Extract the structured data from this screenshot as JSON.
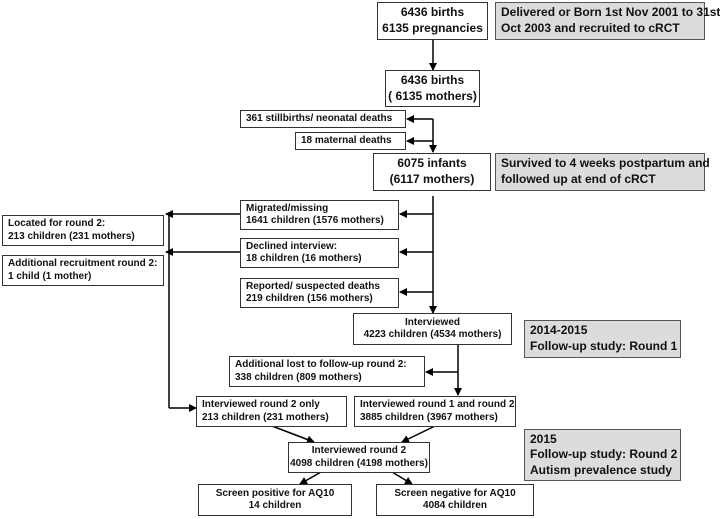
{
  "boxes": {
    "births_pregnancies": [
      "6436 births",
      "6135 pregnancies"
    ],
    "recruitment_note": [
      "Delivered or Born 1st Nov 2001 to 31st",
      "Oct 2003 and recruited to cRCT"
    ],
    "births_mothers": [
      "6436 births",
      "( 6135 mothers)"
    ],
    "stillbirths": [
      "361 stillbirths/ neonatal deaths"
    ],
    "maternal_deaths": [
      "18 maternal deaths"
    ],
    "infants": [
      "6075 infants",
      "(6117 mothers)"
    ],
    "survived_note": [
      "Survived to 4 weeks postpartum and",
      "followed up at end of cRCT"
    ],
    "migrated": [
      "Migrated/missing",
      "1641 children (1576 mothers)"
    ],
    "located": [
      "Located for round 2:",
      "213 children (231 mothers)"
    ],
    "declined": [
      "Declined interview:",
      "18 children (16 mothers)"
    ],
    "additional_recruitment": [
      "Additional recruitment round 2:",
      "1 child (1 mother)"
    ],
    "deaths": [
      "Reported/ suspected deaths",
      "219 children (156 mothers)"
    ],
    "interviewed": [
      "Interviewed",
      "4223 children (4534 mothers)"
    ],
    "round1_note": [
      "2014-2015",
      "Follow-up study: Round 1"
    ],
    "lost": [
      "Additional lost to follow-up round 2:",
      "338 children (809 mothers)"
    ],
    "round2_only": [
      "Interviewed round 2 only",
      "213 children (231 mothers)"
    ],
    "round1_and_2": [
      "Interviewed round 1 and round 2",
      "3885 children (3967 mothers)"
    ],
    "interviewed_round2": [
      "Interviewed round 2",
      "4098 children (4198 mothers)"
    ],
    "round2_note": [
      "2015",
      "Follow-up study: Round 2",
      "Autism prevalence study"
    ],
    "screen_positive": [
      "Screen positive for AQ10",
      "14 children"
    ],
    "screen_negative": [
      "Screen negative for AQ10",
      "4084 children"
    ]
  },
  "colors": {
    "note_fill": "#dcdcdc",
    "line": "#000000"
  }
}
